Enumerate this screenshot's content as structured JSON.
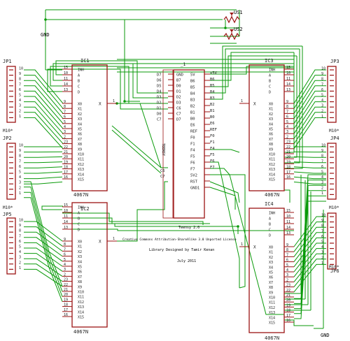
{
  "colors": {
    "wire": "#0a9a0a",
    "body": "#9b1313",
    "text": "#222222"
  },
  "labels": {
    "gnd_top": "GND",
    "gnd_bottom": "GND",
    "pot1": "US1",
    "pot2": "US2",
    "teensy_ref": "_1",
    "teensy_body": "TEENSY",
    "teensy_part": "Teensy 2.0",
    "license": "Creative Commons Attribution-ShareAlike 3.0 Unported License",
    "designer": "Library Designed by Tamir Kenan",
    "date": "July 2011"
  },
  "ic_pins": {
    "channels": [
      "X0",
      "X1",
      "X2",
      "X3",
      "X4",
      "X5",
      "X6",
      "X7",
      "X8",
      "X9",
      "X10",
      "X11",
      "X12",
      "X13",
      "X14",
      "X15"
    ],
    "ch_left_nums": [
      "9",
      "8",
      "7",
      "6",
      "5",
      "4",
      "3",
      "2",
      "23",
      "22",
      "21",
      "20",
      "19",
      "18",
      "17",
      "16"
    ],
    "ch_right_nums": [
      "9",
      "8",
      "7",
      "6",
      "5",
      "4",
      "3",
      "2",
      "23",
      "22",
      "21",
      "20",
      "19",
      "18",
      "17",
      "16"
    ],
    "ctrl": [
      "INH",
      "A",
      "B",
      "C",
      "D"
    ],
    "ctrl_nums": [
      "15",
      "10",
      "11",
      "14",
      "13"
    ],
    "common": "X",
    "common_num": "1"
  },
  "ics": [
    {
      "name": "IC1",
      "part": "4067N"
    },
    {
      "name": "IC2",
      "part": "4067N"
    },
    {
      "name": "IC3",
      "part": "4067N"
    },
    {
      "name": "IC4",
      "part": "4067N"
    }
  ],
  "headers": [
    {
      "name": "JP1",
      "value": "M10*"
    },
    {
      "name": "JP2",
      "value": "M10*"
    },
    {
      "name": "JP5",
      "value": "M10*"
    },
    {
      "name": "JP3",
      "value": "M10*"
    },
    {
      "name": "JP4",
      "value": "M10*"
    },
    {
      "name": "JP6",
      "value": "M10*"
    }
  ],
  "header_pins": [
    "10",
    "9",
    "8",
    "7",
    "6",
    "5",
    "4",
    "3",
    "2",
    "1"
  ],
  "teensy": {
    "left_pins": [
      "GND",
      "B7",
      "D0",
      "D1",
      "D2",
      "D3",
      "C6",
      "C7",
      "D7"
    ],
    "left_nums": [
      "",
      "",
      "",
      "",
      "",
      "",
      "",
      "",
      ""
    ],
    "right_pins": [
      "5V",
      "B6",
      "B5",
      "B4",
      "B3",
      "B2",
      "B1",
      "B0",
      "E6",
      "REF",
      "F0",
      "F1",
      "F4",
      "F5",
      "F6",
      "F7",
      "5V2",
      "RST",
      "GND1"
    ],
    "inner_left": [
      "D7",
      "D6",
      "D5",
      "D4",
      "D3",
      "D2",
      "D1",
      "D0",
      "C7"
    ],
    "ext_left": [
      "C6",
      "C7"
    ],
    "ext_right": [
      "+5V",
      "B6",
      "B5",
      "B4",
      "B3",
      "B2",
      "B1",
      "B0",
      "E6",
      "REF",
      "F0",
      "F1",
      "F4",
      "F5",
      "F6",
      "F7"
    ]
  }
}
